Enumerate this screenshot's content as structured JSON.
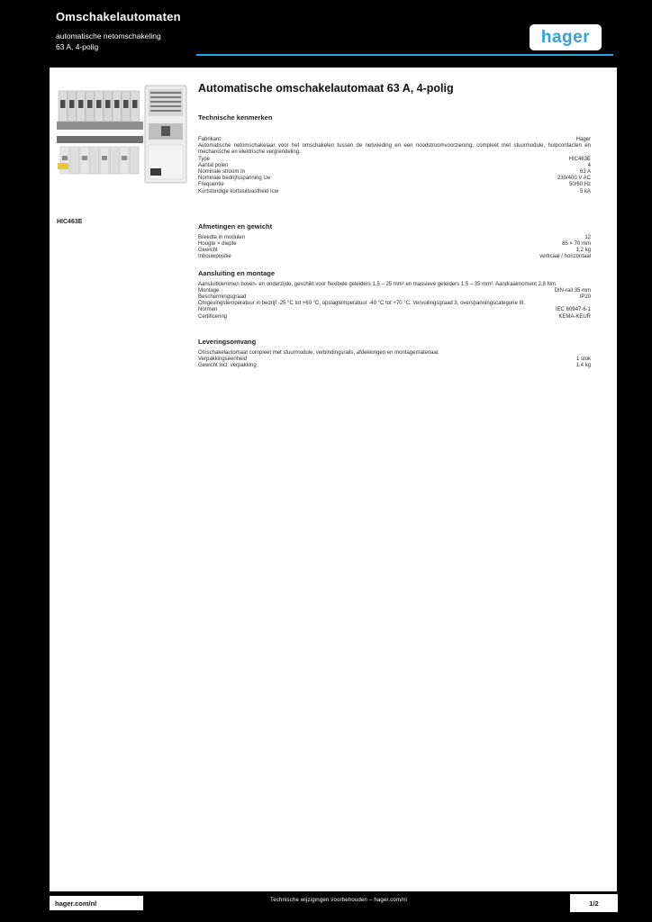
{
  "header": {
    "product_family": "Omschakelautomaten",
    "product_line1": "automatische netomschakeling",
    "product_line2": "63 A, 4-polig",
    "logo_text": "hager",
    "accent_color": "#2fa3dc"
  },
  "page": {
    "title": "Automatische omschakelautomaat 63 A, 4-polig",
    "reference": "HIC463E",
    "sections": [
      {
        "heading": "Technische kenmerken",
        "rows": [
          {
            "type": "kv",
            "label": "Fabrikant",
            "value": "Hager"
          },
          {
            "type": "p",
            "text": "Automatische netomschakelaar voor het omschakelen tussen de netvoeding en een noodstroomvoorziening, compleet met stuurmodule, hulpcontacten en mechanische en elektrische vergrendeling."
          },
          {
            "type": "kv",
            "label": "Type",
            "value": "HIC463E"
          },
          {
            "type": "kv",
            "label": "Aantal polen",
            "value": "4"
          },
          {
            "type": "kv",
            "label": "Nominale stroom In",
            "value": "63 A"
          },
          {
            "type": "kv",
            "label": "Nominale bedrijfsspanning Ue",
            "value": "230/400 V AC"
          },
          {
            "type": "kv",
            "label": "Frequentie",
            "value": "50/60 Hz"
          },
          {
            "type": "kv",
            "label": "Kortstondige kortsluitvastheid Icw",
            "value": "5 kA"
          }
        ]
      },
      {
        "heading": "Afmetingen en gewicht",
        "rows": [
          {
            "type": "kv",
            "label": "Breedte in modulen",
            "value": "12"
          },
          {
            "type": "kv",
            "label": "Hoogte × diepte",
            "value": "85 × 70 mm"
          },
          {
            "type": "kv",
            "label": "Gewicht",
            "value": "1,2 kg"
          },
          {
            "type": "kv",
            "label": "Inbouwpositie",
            "value": "verticaal / horizontaal"
          }
        ]
      },
      {
        "heading": "Aansluiting en montage",
        "rows": [
          {
            "type": "p",
            "text": "Aansluitklemmen boven- en onderzijde, geschikt voor flexibele geleiders 1,5 – 25 mm² en massieve geleiders 1,5 – 35 mm². Aandraaimoment 2,8 Nm."
          },
          {
            "type": "kv",
            "label": "Montage",
            "value": "DIN-rail 35 mm"
          },
          {
            "type": "kv",
            "label": "Beschermingsgraad",
            "value": "IP20"
          },
          {
            "type": "p",
            "text": "Omgevingstemperatuur in bedrijf -25 °C tot +60 °C, opslagtemperatuur -40 °C tot +70 °C. Vervuilingsgraad 3, overspanningscategorie III."
          },
          {
            "type": "kv",
            "label": "Normen",
            "value": "IEC 60947-6-1"
          },
          {
            "type": "kv",
            "label": "Certificering",
            "value": "KEMA-KEUR"
          }
        ]
      },
      {
        "heading": "Leveringsomvang",
        "rows": [
          {
            "type": "p",
            "text": "Omschakelautomaat compleet met stuurmodule, verbindingsrails, afdekkingen en montagemateriaal."
          },
          {
            "type": "kv",
            "label": "Verpakkingseenheid",
            "value": "1 stuk"
          },
          {
            "type": "kv",
            "label": "Gewicht incl. verpakking",
            "value": "1,4 kg"
          }
        ]
      }
    ]
  },
  "footer": {
    "website": "hager.com/nl",
    "center_note": "Technische wijzigingen voorbehouden – hager.com/nl",
    "page_indicator": "1/2"
  }
}
